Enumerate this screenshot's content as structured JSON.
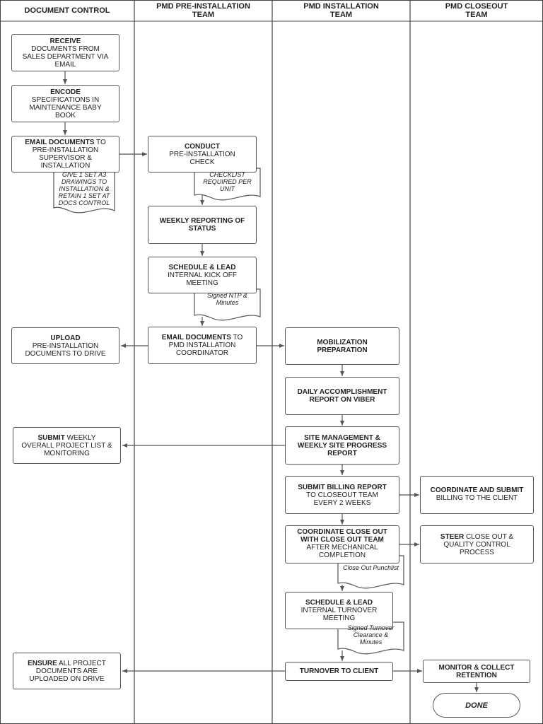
{
  "lanes": [
    "DOCUMENT CONTROL",
    "PMD PRE-INSTALLATION\nTEAM",
    "PMD INSTALLATION\nTEAM",
    "PMD CLOSEOUT\nTEAM"
  ],
  "doc_control": {
    "receive": {
      "bold": "RECEIVE",
      "text": "DOCUMENTS FROM\nSALES DEPARTMENT VIA\nEMAIL"
    },
    "encode": {
      "bold": "ENCODE",
      "text": "SPECIFICATIONS IN\nMAINTENANCE BABY\nBOOK"
    },
    "email": {
      "bold": "EMAIL DOCUMENTS",
      "rest": " TO",
      "text": "PRE-INSTALLATION\nSUPERVISOR &\nINSTALLATION"
    },
    "email_note": "GIVE 1 SET A3\nDRAWINGS TO\nINSTALLATION &\nRETAIN 1 SET AT\nDOCS CONTROL",
    "upload": {
      "bold": "UPLOAD",
      "text": "PRE-INSTALLATION\nDOCUMENTS TO DRIVE"
    },
    "submit": {
      "bold": "SUBMIT",
      "rest": " WEEKLY",
      "text": "OVERALL PROJECT LIST &\nMONITORING"
    },
    "ensure": {
      "bold": "ENSURE",
      "rest": " ALL PROJECT",
      "text": "DOCUMENTS ARE\nUPLOADED ON DRIVE"
    }
  },
  "pre_install": {
    "conduct": {
      "bold": "CONDUCT",
      "text": "PRE-INSTALLATION\nCHECK"
    },
    "conduct_note": "CHECKLIST\nREQUIRED PER\nUNIT",
    "weekly": {
      "bold": "WEEKLY REPORTING OF\nSTATUS"
    },
    "schedule": {
      "bold": "SCHEDULE & LEAD",
      "text": "INTERNAL KICK OFF\nMEETING"
    },
    "schedule_note": "Signed NTP &\nMinutes",
    "email": {
      "bold": "EMAIL DOCUMENTS",
      "rest": " TO",
      "text": "PMD INSTALLATION\nCOORDINATOR"
    }
  },
  "install": {
    "mobilization": {
      "bold": "MOBILIZATION\nPREPARATION"
    },
    "daily": {
      "bold": "DAILY ACCOMPLISHMENT\nREPORT ON VIBER"
    },
    "site": {
      "bold": "SITE MANAGEMENT &\nWEEKLY SITE PROGRESS\nREPORT"
    },
    "billing": {
      "bold": "SUBMIT BILLING REPORT",
      "text": "TO CLOSEOUT TEAM\nEVERY 2 WEEKS"
    },
    "coordinate": {
      "bold": "COORDINATE CLOSE OUT\nWITH CLOSE OUT TEAM",
      "text": "AFTER MECHANICAL\nCOMPLETION"
    },
    "coordinate_note": "Close Out Punchlist",
    "turnover_meeting": {
      "bold": "SCHEDULE & LEAD",
      "text": "INTERNAL TURNOVER\nMEETING"
    },
    "turnover_note": "Signed Turnover\nClearance &\nMinutes",
    "turnover": {
      "bold": "TURNOVER TO CLIENT"
    }
  },
  "closeout": {
    "coordinate_submit": {
      "bold": "COORDINATE AND SUBMIT",
      "text": "BILLING TO THE CLIENT"
    },
    "steer": {
      "bold": "STEER",
      "rest": " CLOSE OUT &",
      "text": "QUALITY CONTROL\nPROCESS"
    },
    "monitor": {
      "bold": "MONITOR & COLLECT\nRETENTION"
    },
    "done": "DONE"
  },
  "colors": {
    "line": "#555555",
    "border": "#555555",
    "lane_line": "#444444"
  }
}
